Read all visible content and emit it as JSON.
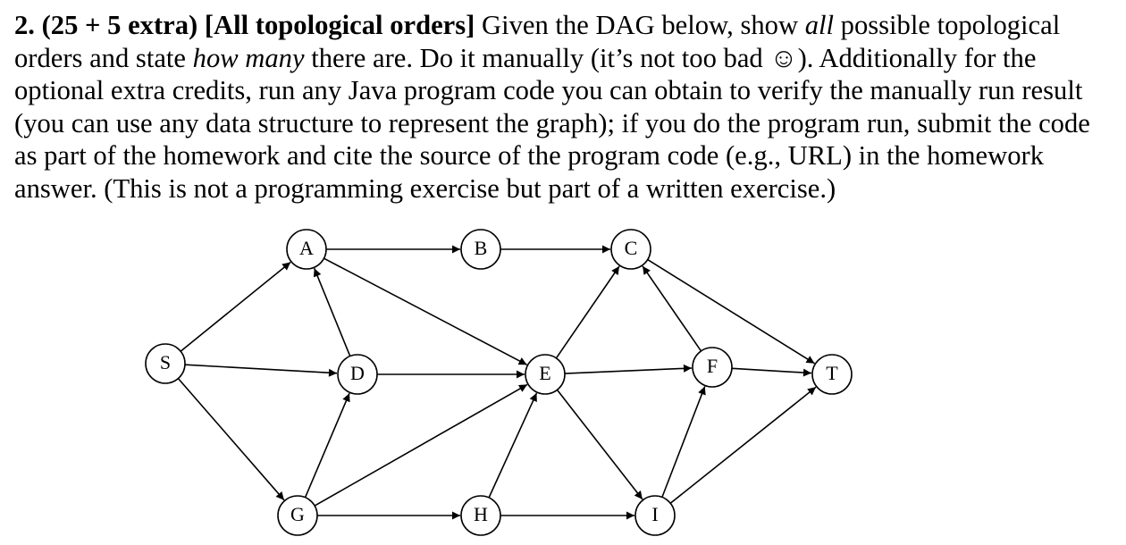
{
  "problem": {
    "number": "2.",
    "points": "(25 + 5 extra)",
    "topic": "[All topological orders]",
    "text_1": " Given the DAG below, show ",
    "em_all": "all",
    "text_2": " possible topological orders and state ",
    "em_how_many": "how many",
    "text_3": " there are. Do it manually (it’s not too bad ☺). Additionally for the optional extra credits, run any Java program code you can obtain to verify the manually run result (you can use any data structure to represent the graph); if you do the program run, submit the code as part of the homework and cite the source of the program code (e.g., URL) in the homework answer. (This is not a programming exercise but part of a written exercise.)"
  },
  "graph": {
    "nodes": [
      {
        "id": "S",
        "label": "S"
      },
      {
        "id": "A",
        "label": "A"
      },
      {
        "id": "B",
        "label": "B"
      },
      {
        "id": "C",
        "label": "C"
      },
      {
        "id": "D",
        "label": "D"
      },
      {
        "id": "E",
        "label": "E"
      },
      {
        "id": "F",
        "label": "F"
      },
      {
        "id": "T",
        "label": "T"
      },
      {
        "id": "G",
        "label": "G"
      },
      {
        "id": "H",
        "label": "H"
      },
      {
        "id": "I",
        "label": "I"
      }
    ],
    "edges": [
      {
        "from": "S",
        "to": "A"
      },
      {
        "from": "S",
        "to": "D"
      },
      {
        "from": "S",
        "to": "G"
      },
      {
        "from": "A",
        "to": "B"
      },
      {
        "from": "A",
        "to": "E"
      },
      {
        "from": "B",
        "to": "C"
      },
      {
        "from": "D",
        "to": "A"
      },
      {
        "from": "D",
        "to": "E"
      },
      {
        "from": "G",
        "to": "D"
      },
      {
        "from": "G",
        "to": "E"
      },
      {
        "from": "G",
        "to": "H"
      },
      {
        "from": "H",
        "to": "E"
      },
      {
        "from": "H",
        "to": "I"
      },
      {
        "from": "E",
        "to": "C"
      },
      {
        "from": "E",
        "to": "F"
      },
      {
        "from": "E",
        "to": "I"
      },
      {
        "from": "I",
        "to": "F"
      },
      {
        "from": "I",
        "to": "T"
      },
      {
        "from": "F",
        "to": "C"
      },
      {
        "from": "F",
        "to": "T"
      },
      {
        "from": "C",
        "to": "T"
      }
    ]
  }
}
